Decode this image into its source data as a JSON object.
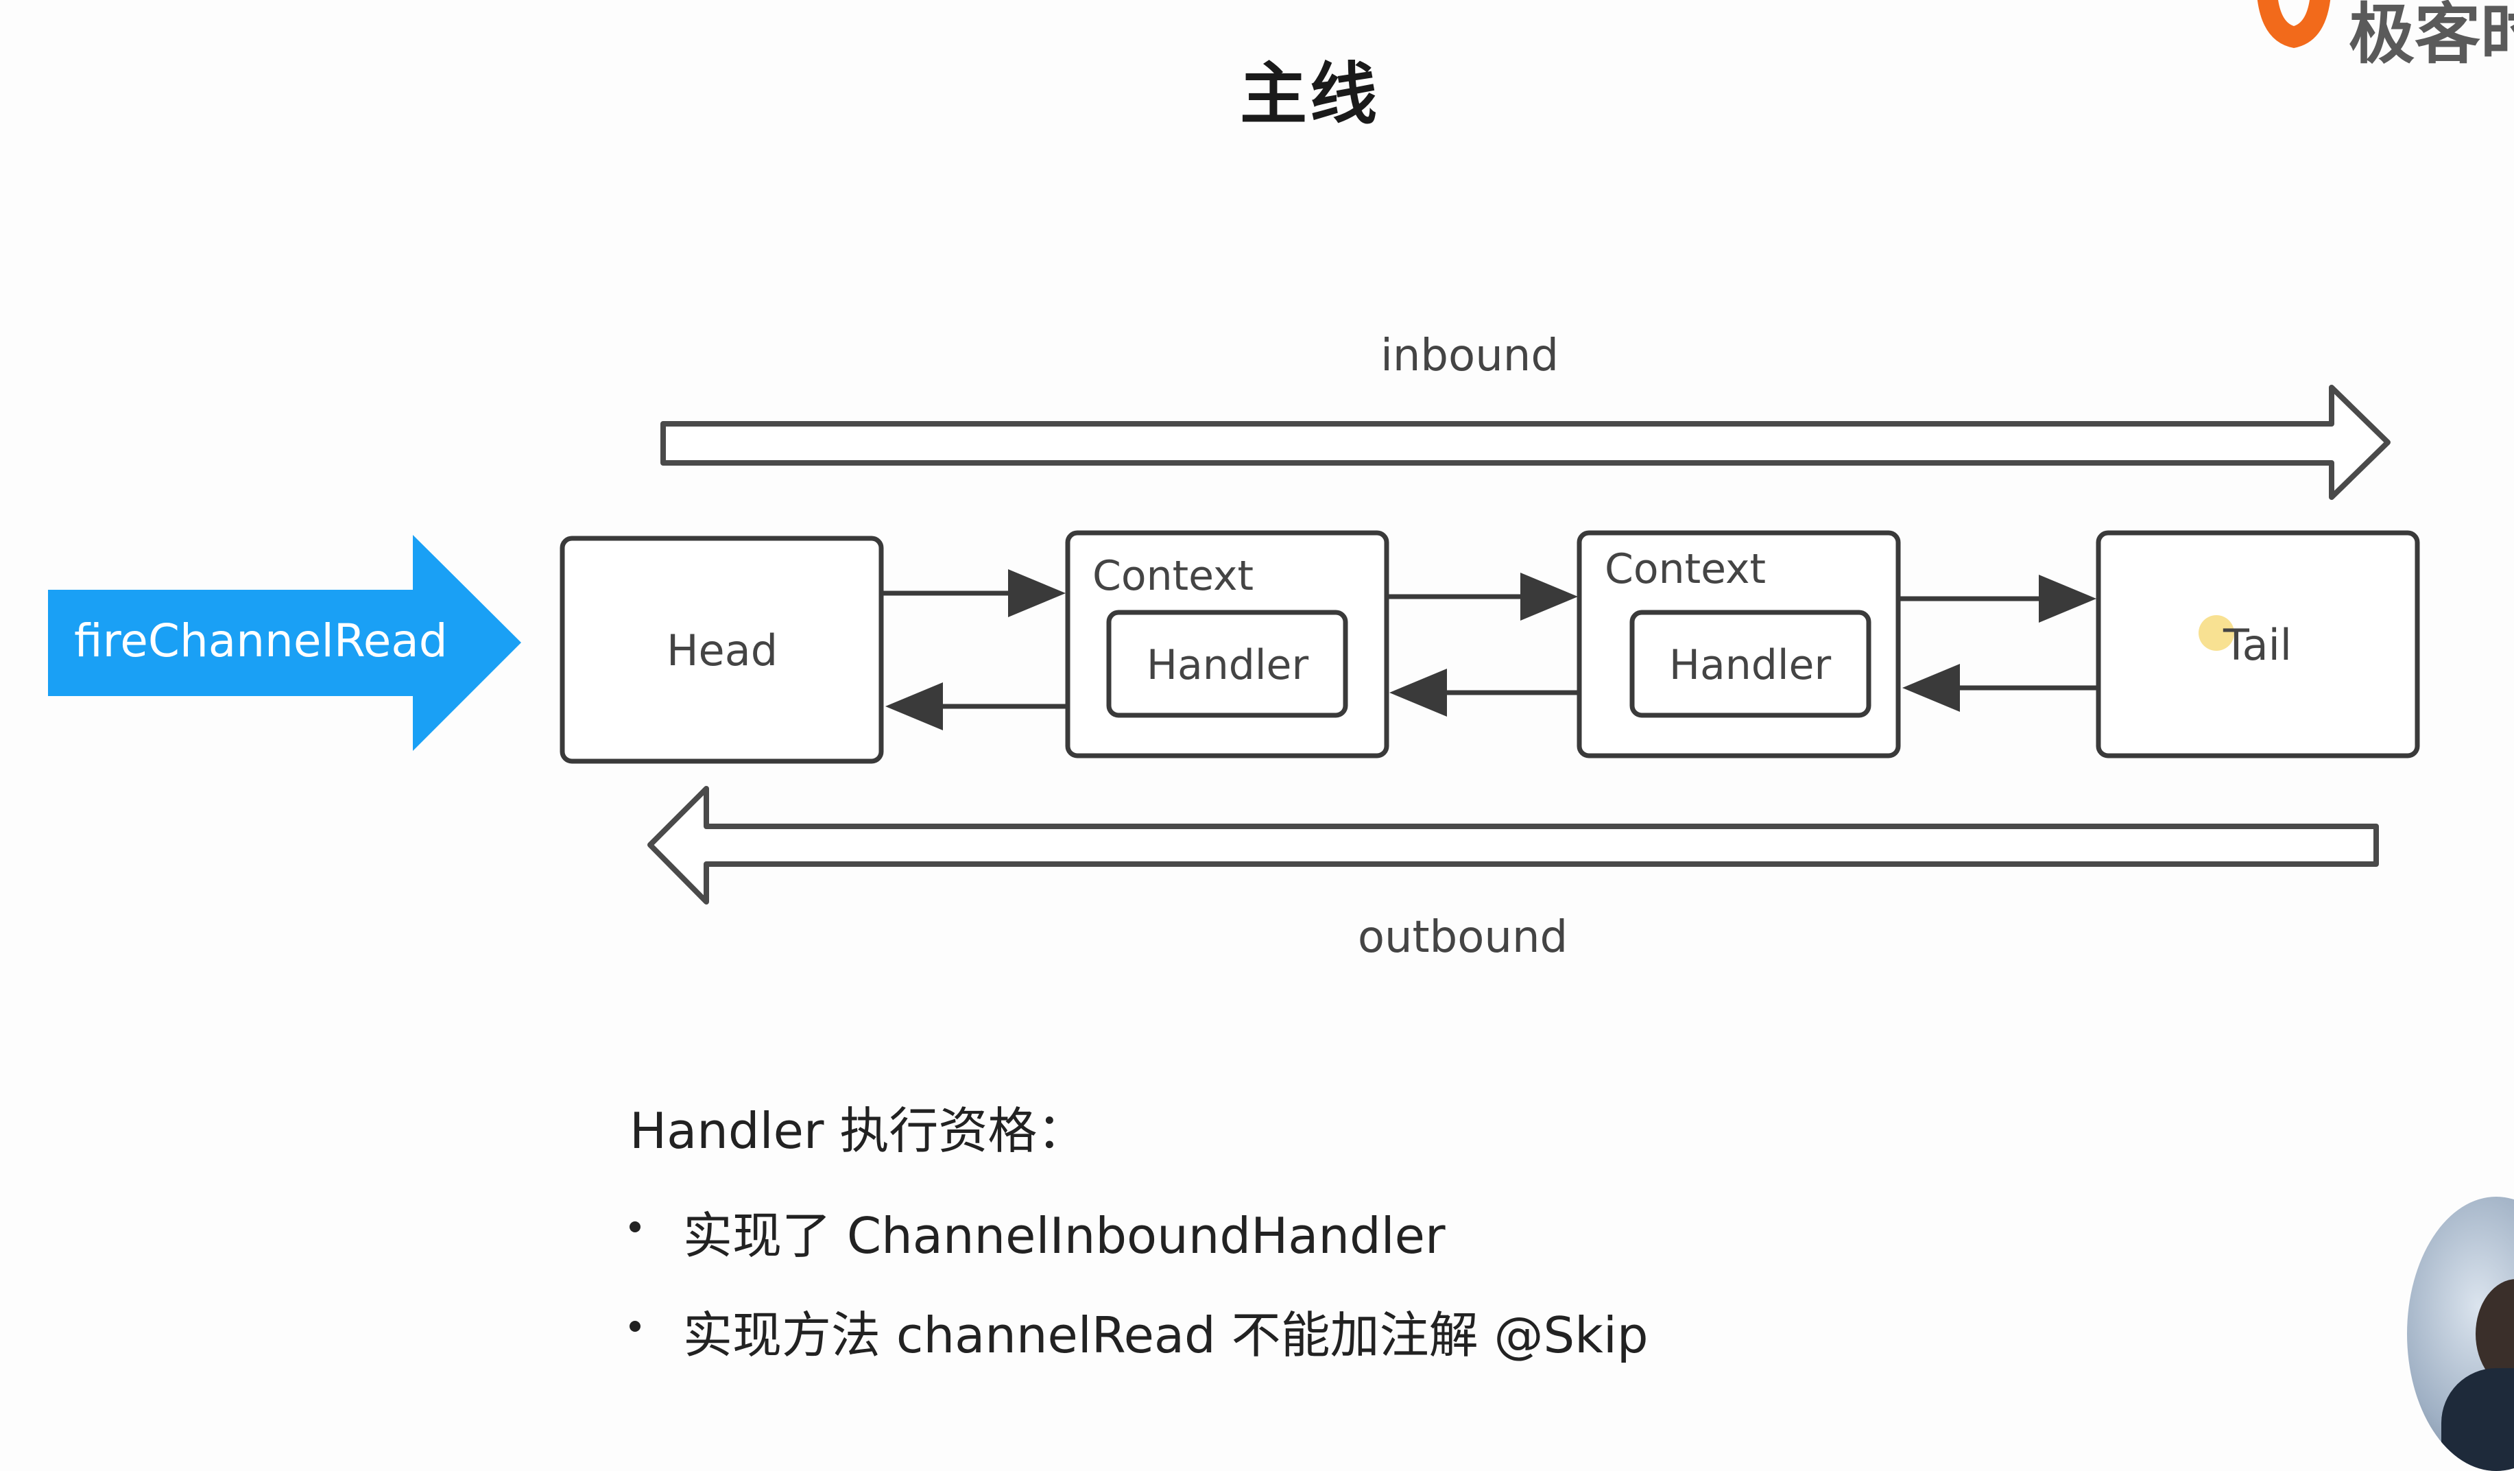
{
  "title": "主线",
  "logo": {
    "text": "极客时间",
    "accent_color": "#f26a1b"
  },
  "diagram": {
    "inbound_label": "inbound",
    "outbound_label": "outbound",
    "trigger_label": "fireChannelRead",
    "trigger_color": "#1aa0f5",
    "head_label": "Head",
    "tail_label": "Tail",
    "contexts": [
      {
        "label": "Context",
        "handler_label": "Handler"
      },
      {
        "label": "Context",
        "handler_label": "Handler"
      }
    ]
  },
  "notes": {
    "heading": "Handler 执行资格：",
    "bullets": [
      "实现了 ChannelInboundHandler",
      "实现方法 channelRead 不能加注解 @Skip"
    ]
  }
}
